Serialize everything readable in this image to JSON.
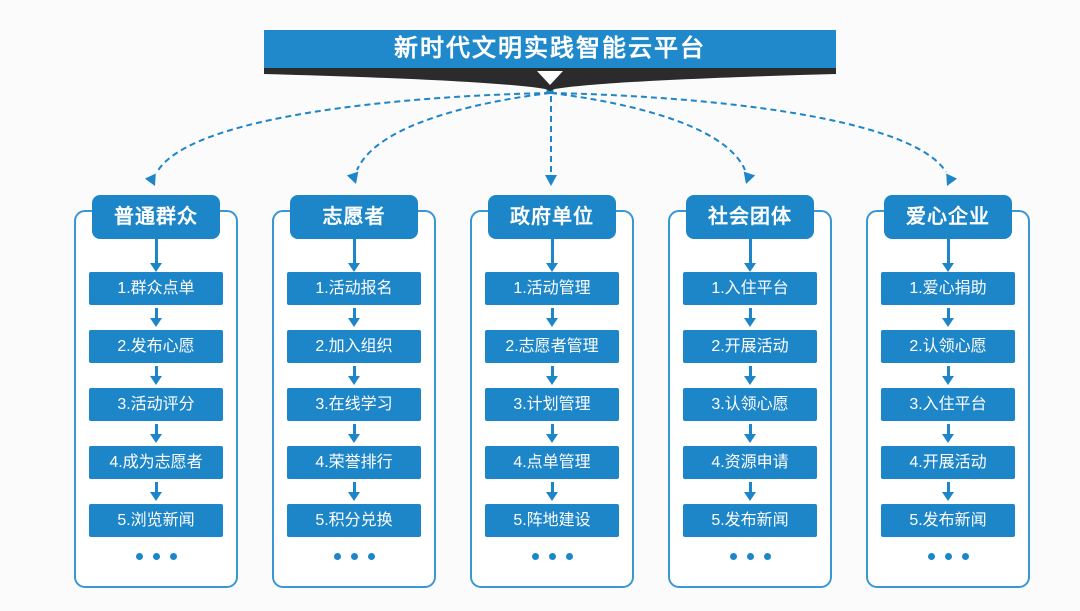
{
  "title": "新时代文明实践智能云平台",
  "more_indicator": "...",
  "colors": {
    "accent": "#1d86c8",
    "bar": "#2089cb",
    "ribbon": "#2b2b2b",
    "border": "#3b97d3",
    "bg": "#fbfbfb",
    "panel": "#ffffff"
  },
  "columns": [
    {
      "header": "普通群众",
      "steps": [
        "1.群众点单",
        "2.发布心愿",
        "3.活动评分",
        "4.成为志愿者",
        "5.浏览新闻"
      ]
    },
    {
      "header": "志愿者",
      "steps": [
        "1.活动报名",
        "2.加入组织",
        "3.在线学习",
        "4.荣誉排行",
        "5.积分兑换"
      ]
    },
    {
      "header": "政府单位",
      "steps": [
        "1.活动管理",
        "2.志愿者管理",
        "3.计划管理",
        "4.点单管理",
        "5.阵地建设"
      ]
    },
    {
      "header": "社会团体",
      "steps": [
        "1.入住平台",
        "2.开展活动",
        "3.认领心愿",
        "4.资源申请",
        "5.发布新闻"
      ]
    },
    {
      "header": "爱心企业",
      "steps": [
        "1.爱心捐助",
        "2.认领心愿",
        "3.入住平台",
        "4.开展活动",
        "5.发布新闻"
      ]
    }
  ]
}
